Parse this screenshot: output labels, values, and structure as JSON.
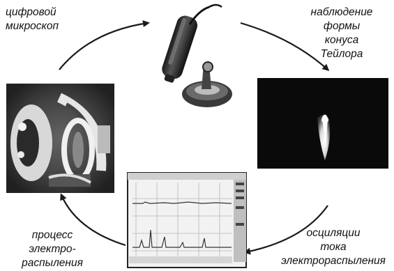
{
  "labels": {
    "microscope": [
      "цифровой",
      "микроскоп"
    ],
    "taylor_cone": [
      "наблюдение",
      "формы",
      "конуса",
      "Тейлора"
    ],
    "current_oscillations": [
      "осциляции",
      "тока",
      "электрораспыления"
    ],
    "process": [
      "процесс",
      "электро-",
      "распыления"
    ]
  },
  "colors": {
    "ink": "#111111",
    "arrow": "#1a1a1a"
  }
}
